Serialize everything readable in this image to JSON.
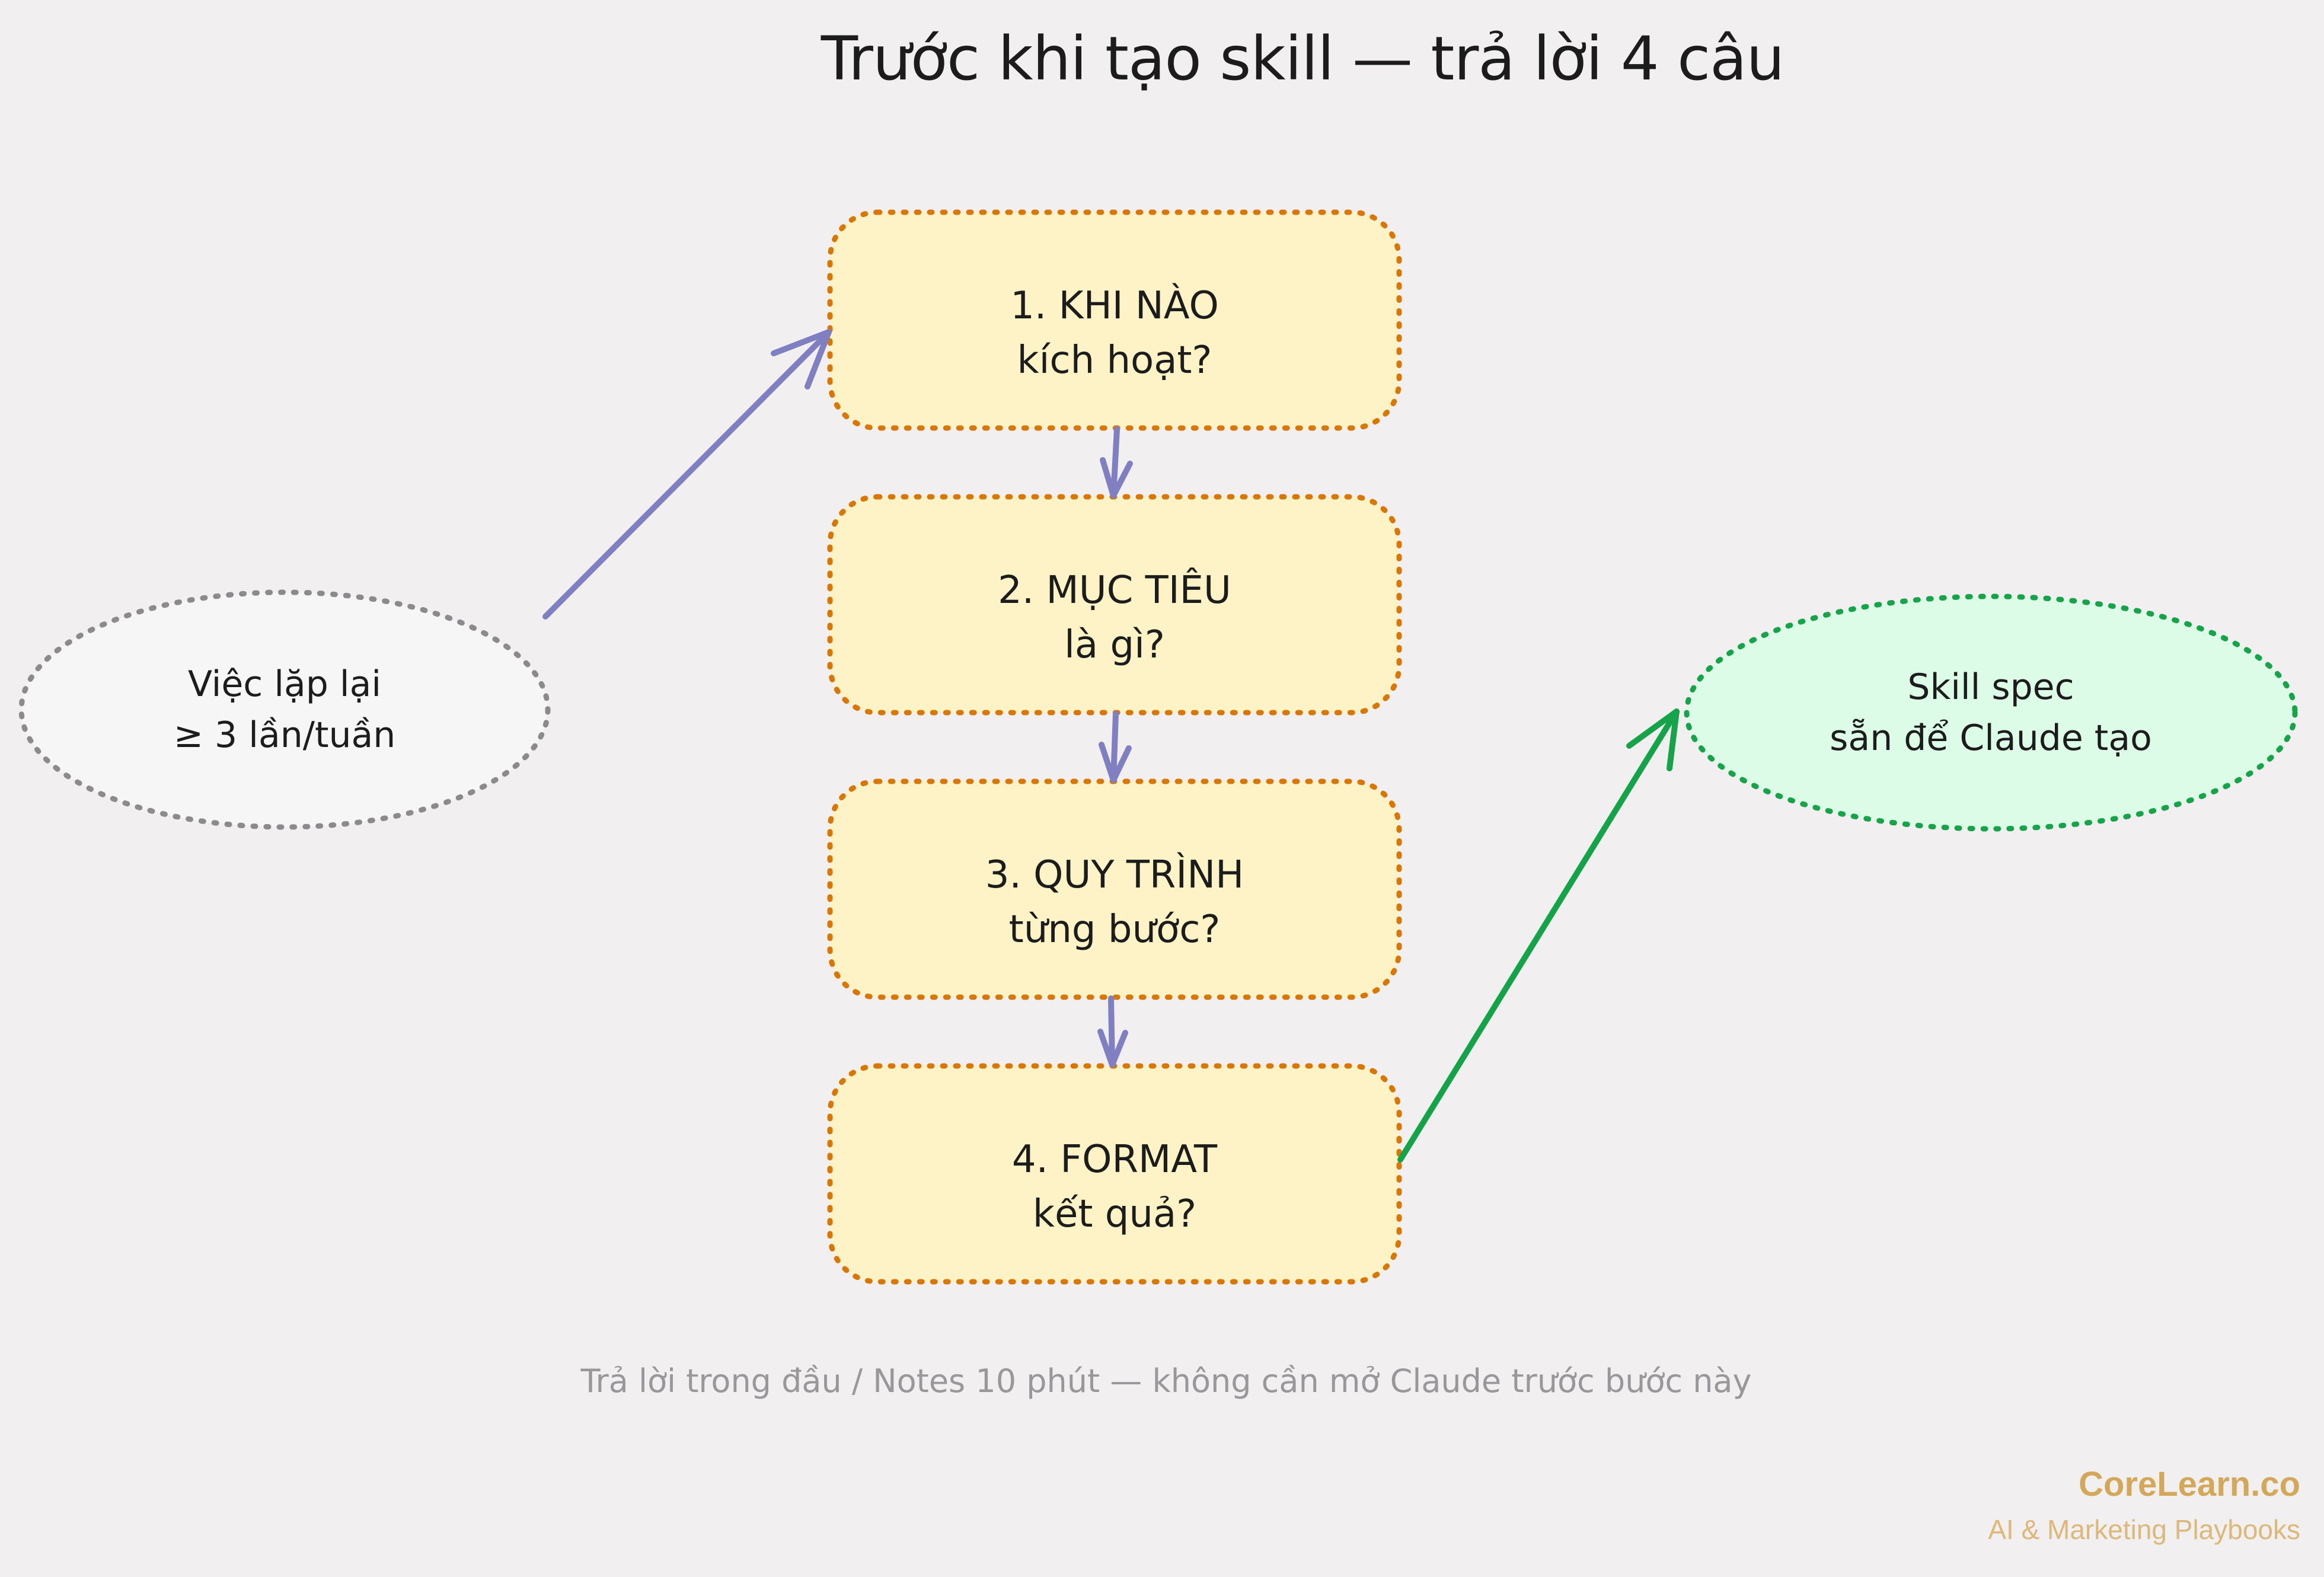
{
  "title": "Trước khi tạo skill — trả lời 4 câu",
  "input_node": {
    "line1": "Việc lặp lại",
    "line2": "≥ 3 lần/tuần"
  },
  "steps": [
    {
      "line1": "1. KHI NÀO",
      "line2": "kích hoạt?"
    },
    {
      "line1": "2. MỤC TIÊU",
      "line2": "là gì?"
    },
    {
      "line1": "3. QUY TRÌNH",
      "line2": "từng bước?"
    },
    {
      "line1": "4. FORMAT",
      "line2": "kết quả?"
    }
  ],
  "output_node": {
    "line1": "Skill spec",
    "line2": "sẵn để Claude tạo"
  },
  "footnote": "Trả lời trong đầu / Notes 10 phút — không cần mở Claude trước bước này",
  "brand": {
    "name": "CoreLearn.co",
    "tagline": "AI & Marketing Playbooks"
  },
  "colors": {
    "step_fill": "#fef3c7",
    "step_stroke": "#d97706",
    "input_fill": "#f7f6f7",
    "input_stroke": "#8c8a8c",
    "output_fill": "#dcfce7",
    "output_stroke": "#16a34a",
    "arrow_blue": "#7f7fc2",
    "arrow_green": "#16a34a",
    "brand": "#d4a85a"
  }
}
